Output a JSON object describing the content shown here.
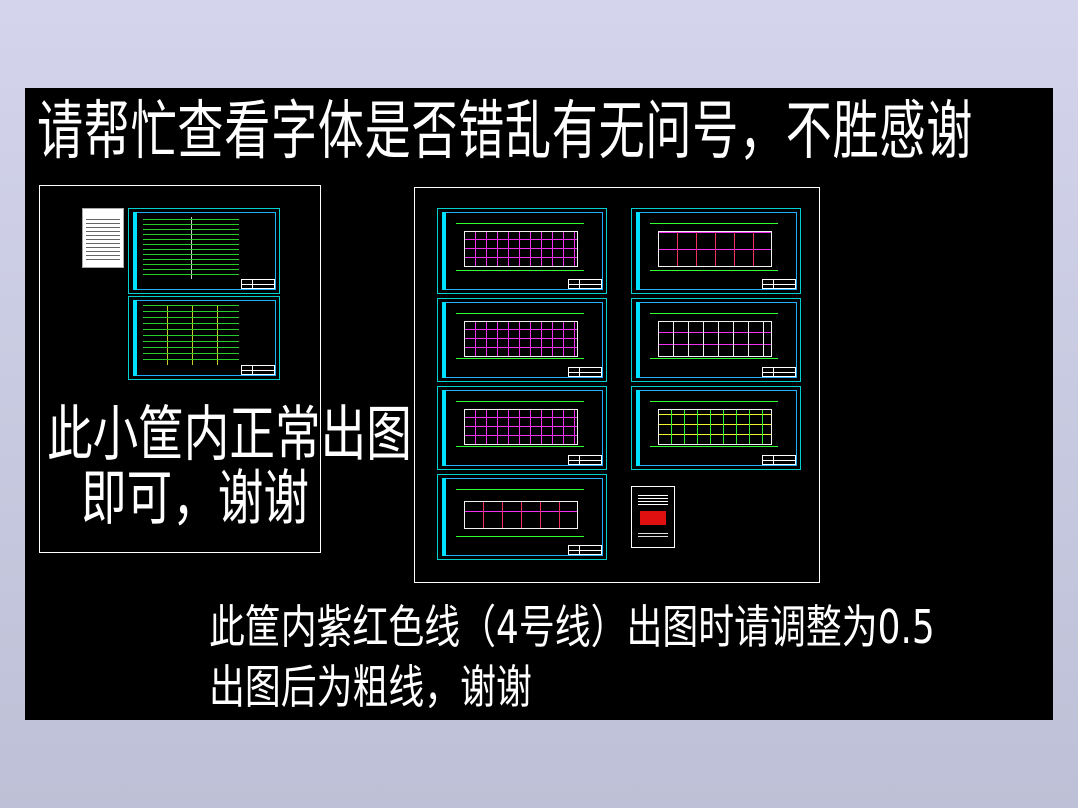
{
  "canvas": {
    "title": "请帮忙查看字体是否错乱有无问号，不胜感谢",
    "left_note": {
      "line1": "此小筐内正常出图",
      "line2": "即可，谢谢"
    },
    "right_note": {
      "line1": "此筐内紫红色线（4号线）出图时请调整为0.5",
      "line2": "出图后为粗线，谢谢"
    }
  },
  "colors": {
    "background": "#000000",
    "frame": "#00d0d0",
    "magenta_line": "#ff33ff",
    "text": "#ffffff"
  }
}
